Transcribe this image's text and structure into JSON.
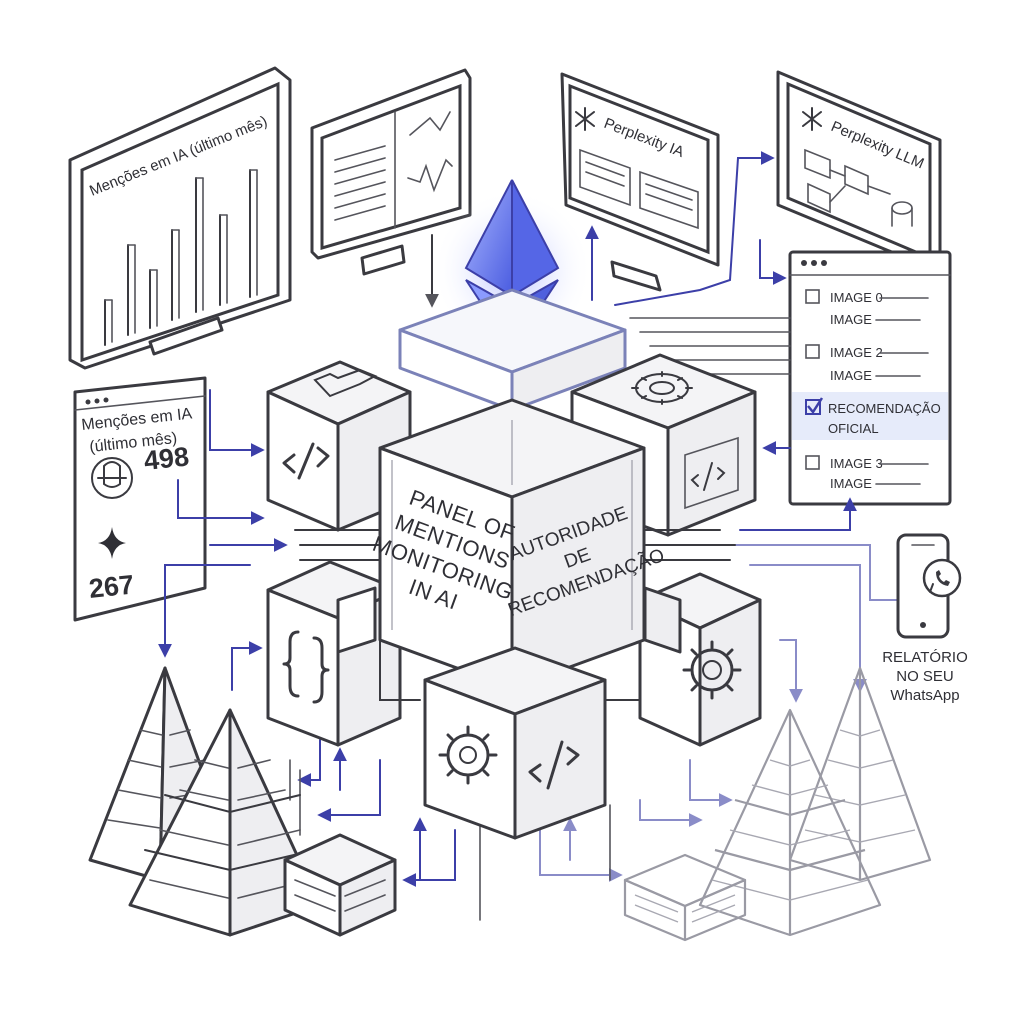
{
  "monitor_top_left": {
    "title": "Menções em IA (último mês)"
  },
  "stats_panel": {
    "title_line1": "Menções em IA",
    "title_line2": "(último mês)",
    "count_openai": "498",
    "count_gemini": "267"
  },
  "monitor_perplexity_ia": {
    "label": "Perplexity IA"
  },
  "monitor_perplexity_llm": {
    "label": "Perplexity LLM"
  },
  "checklist": {
    "items": [
      {
        "label": "IMAGE 0",
        "sub": "IMAGE",
        "checked": false
      },
      {
        "label": "IMAGE 2",
        "sub": "IMAGE",
        "checked": false
      },
      {
        "label": "RECOMENDAÇÃO",
        "sub": "OFICIAL",
        "checked": true
      },
      {
        "label": "IMAGE 3",
        "sub": "IMAGE",
        "checked": false
      }
    ]
  },
  "central_cube": {
    "left_face": [
      "PANEL OF",
      "MENTIONS",
      "MONITORING",
      "IN AI"
    ],
    "right_face": [
      "AUTORIDADE",
      "DE",
      "RECOMENDAÇÃO"
    ]
  },
  "whatsapp": {
    "line1": "RELATÓRIO",
    "line2": "NO SEU",
    "line3": "WhatsApp"
  },
  "colors": {
    "accent": "#3c3fa8",
    "line": "#3a3a40",
    "muted": "#9a9aa4",
    "highlight": "#e6ebfa",
    "gem": "#6b7ff0"
  },
  "icons": [
    "code-icon",
    "folder-icon",
    "gear-icon",
    "braces-icon",
    "ethereum-icon",
    "openai-icon",
    "gemini-sparkle-icon",
    "perplexity-icon",
    "whatsapp-icon",
    "checkbox-icon"
  ]
}
